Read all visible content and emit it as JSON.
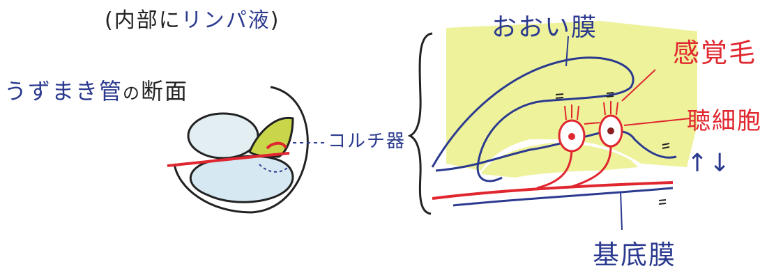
{
  "labels": {
    "top_note_open": "(内部に",
    "top_note_colored": "リンパ液",
    "top_note_close": ")",
    "cochlea_section": "うずまき管",
    "cochlea_section_suffix": "の",
    "cochlea_section_end": "断面",
    "corti_organ": "コルチ器",
    "tectorial_membrane": "おおい膜",
    "sensory_hair": "感覚毛",
    "hair_cell": "聴細胞",
    "basilar_membrane": "基底膜",
    "arrow": "↑↓"
  },
  "colors": {
    "blue_ink": "#2b3a8f",
    "red_ink": "#e0262f",
    "black_ink": "#222222",
    "yellow_fill": "#eaf08a",
    "light_blue_fill": "#d6e8f2",
    "olive_fill": "#c9d64a"
  }
}
